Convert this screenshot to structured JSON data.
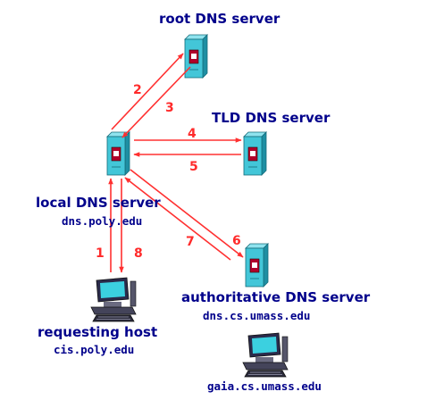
{
  "nodes": {
    "root": {
      "title": "root DNS server"
    },
    "tld": {
      "title": "TLD DNS server"
    },
    "local": {
      "title": "local DNS server",
      "host": "dns.poly.edu"
    },
    "auth": {
      "title": "authoritative DNS server",
      "host": "dns.cs.umass.edu"
    },
    "requesting": {
      "title": "requesting host",
      "host": "cis.poly.edu"
    },
    "target": {
      "host": "gaia.cs.umass.edu"
    }
  },
  "steps": [
    "1",
    "2",
    "3",
    "4",
    "5",
    "6",
    "7",
    "8"
  ],
  "colors": {
    "arrow": "#ff3030",
    "label": "#00008b",
    "server_body": "#43c6d8",
    "server_dark": "#1e8fa3",
    "server_slot": "#b0002a"
  },
  "icons": {
    "server": "server-tower-icon",
    "host": "desktop-computer-icon"
  }
}
